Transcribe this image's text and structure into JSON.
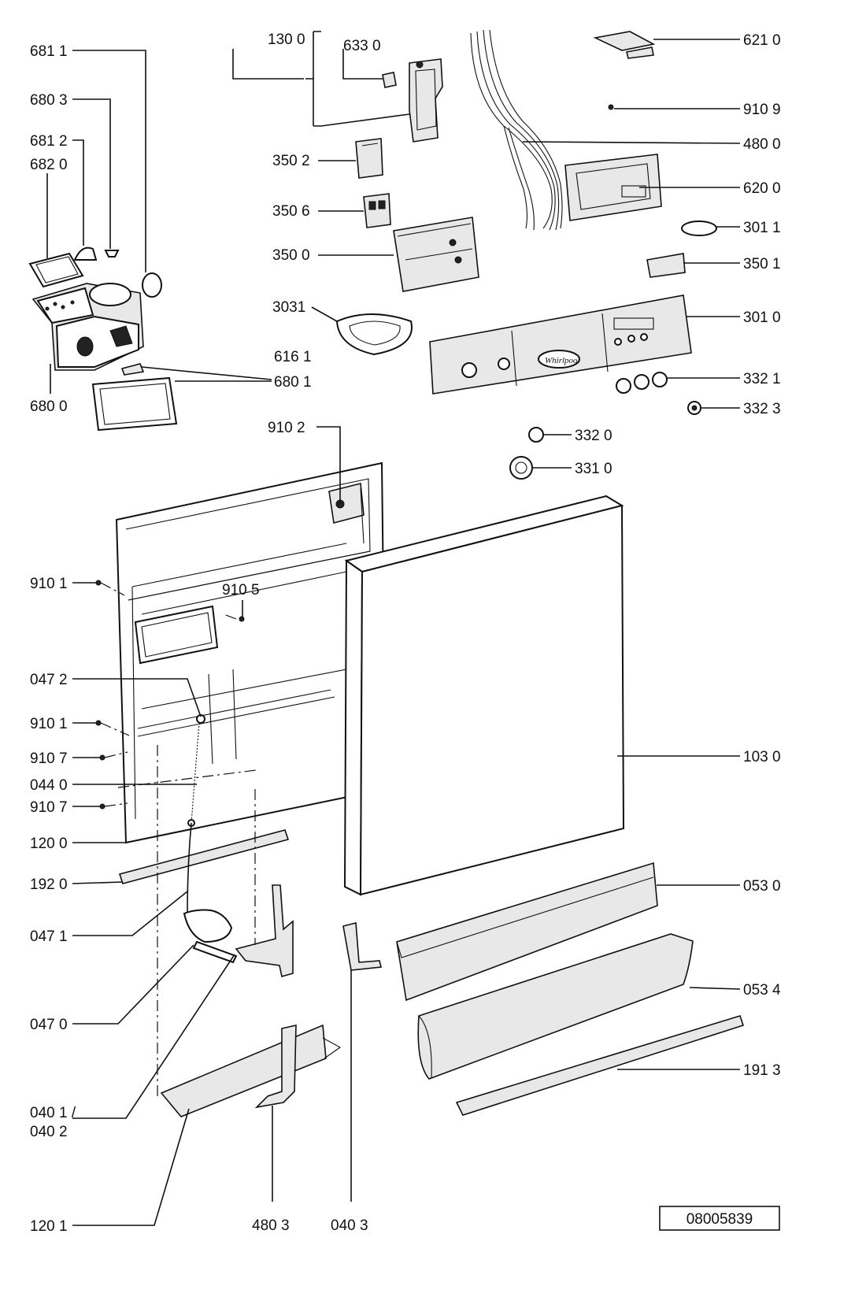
{
  "labels": {
    "p6811": "681 1",
    "p6803": "680 3",
    "p6812": "681 2",
    "p6820": "682 0",
    "p6800": "680 0",
    "p6161": "616 1",
    "p6801": "680 1",
    "p1300": "130 0",
    "p6330": "633 0",
    "p3502": "350 2",
    "p3506": "350 6",
    "p3500": "350 0",
    "p3031": "3031",
    "p6210": "621 0",
    "p9109": "910 9",
    "p4800": "480 0",
    "p6200": "620 0",
    "p3011": "301 1",
    "p3501": "350 1",
    "p3010": "301 0",
    "p3321": "332 1",
    "p3323": "332 3",
    "p3320": "332 0",
    "p3310": "331 0",
    "p9102": "910 2",
    "p9101a": "910 1",
    "p9105": "910 5",
    "p0472": "047 2",
    "p9101b": "910 1",
    "p9107a": "910 7",
    "p0440": "044 0",
    "p9107b": "910 7",
    "p1200": "120 0",
    "p1920": "192 0",
    "p0471": "047 1",
    "p0470": "047 0",
    "p0401": "040 1 /",
    "p0402": "040 2",
    "p1201": "120 1",
    "p4803": "480 3",
    "p0403": "040 3",
    "p1030": "103 0",
    "p0530": "053 0",
    "p0534": "053 4",
    "p1913": "191 3"
  },
  "drawing_number": "08005839",
  "panel_brand": "Whirlpool"
}
